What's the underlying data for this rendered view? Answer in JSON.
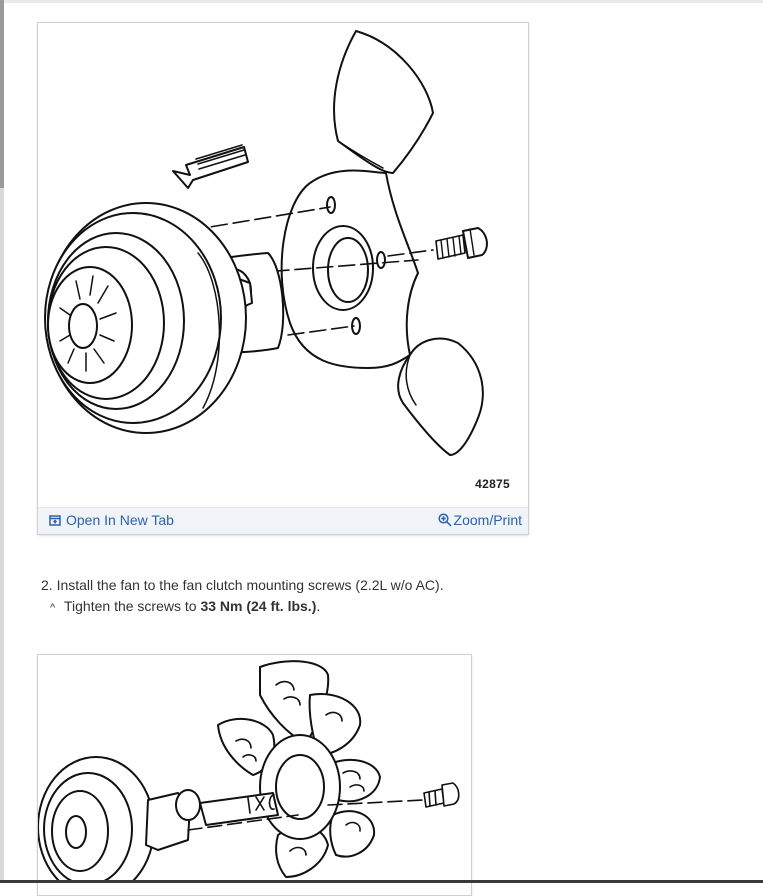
{
  "figures": [
    {
      "number": "42875",
      "open_label": "Open In New Tab",
      "zoom_label": "Zoom/Print",
      "open_icon": "open-in-new-tab-icon",
      "zoom_icon": "zoom-in-icon"
    },
    {}
  ],
  "step": {
    "number_text": "2.",
    "text": "Install the fan to the fan clutch mounting screws (2.2L w/o AC).",
    "bullet": "^",
    "torque_prefix": "Tighten the screws to",
    "torque_value": "33 Nm (24 ft. lbs.)",
    "torque_suffix": "."
  },
  "colors": {
    "link": "#2a62ad",
    "bar_bg": "#f0f3f7",
    "text": "#333333"
  }
}
